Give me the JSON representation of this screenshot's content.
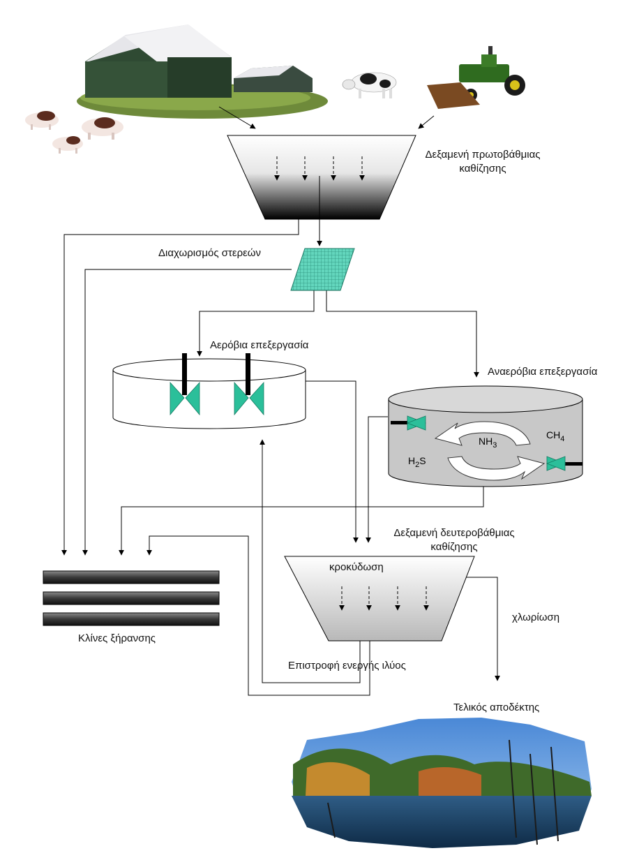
{
  "labels": {
    "primary_tank_line1": "Δεξαμενή πρωτοβάθμιας",
    "primary_tank_line2": "καθίζησης",
    "solids_separation": "Διαχωρισμός στερεών",
    "aerobic_treatment": "Αερόβια επεξεργασία",
    "anaerobic_treatment": "Αναερόβια επεξεργασία",
    "secondary_tank_line1": "Δεξαμενή δευτεροβάθμιας",
    "secondary_tank_line2": "καθίζησης",
    "flocculation": "κροκύδωση",
    "chlorination": "χλωρίωση",
    "activated_sludge_return": "Επιστροφή ενεργής ιλύος",
    "drying_beds": "Κλίνες ξήρανσης",
    "final_receiver": "Τελικός αποδέκτης"
  },
  "chemistry": {
    "ammonia_base": "NH",
    "ammonia_sub": "3",
    "methane_base": "CH",
    "methane_sub": "4",
    "h2s_h": "H",
    "h2s_sub": "2",
    "h2s_s": "S"
  },
  "colors": {
    "mixer": "#2bbf9a",
    "mesh": "#5fd1b8",
    "tank_gradient_top": "#ffffff",
    "tank_gradient_bottom": "#000000",
    "anaerobic_tank": "#c8c8c8",
    "drying_bed": "#333333",
    "water": "#2a6fb0",
    "sky": "#6aa3e0"
  },
  "icons": [
    "barn-icon",
    "pig-icon",
    "cow-icon",
    "tractor-icon",
    "lake-landscape-icon"
  ]
}
